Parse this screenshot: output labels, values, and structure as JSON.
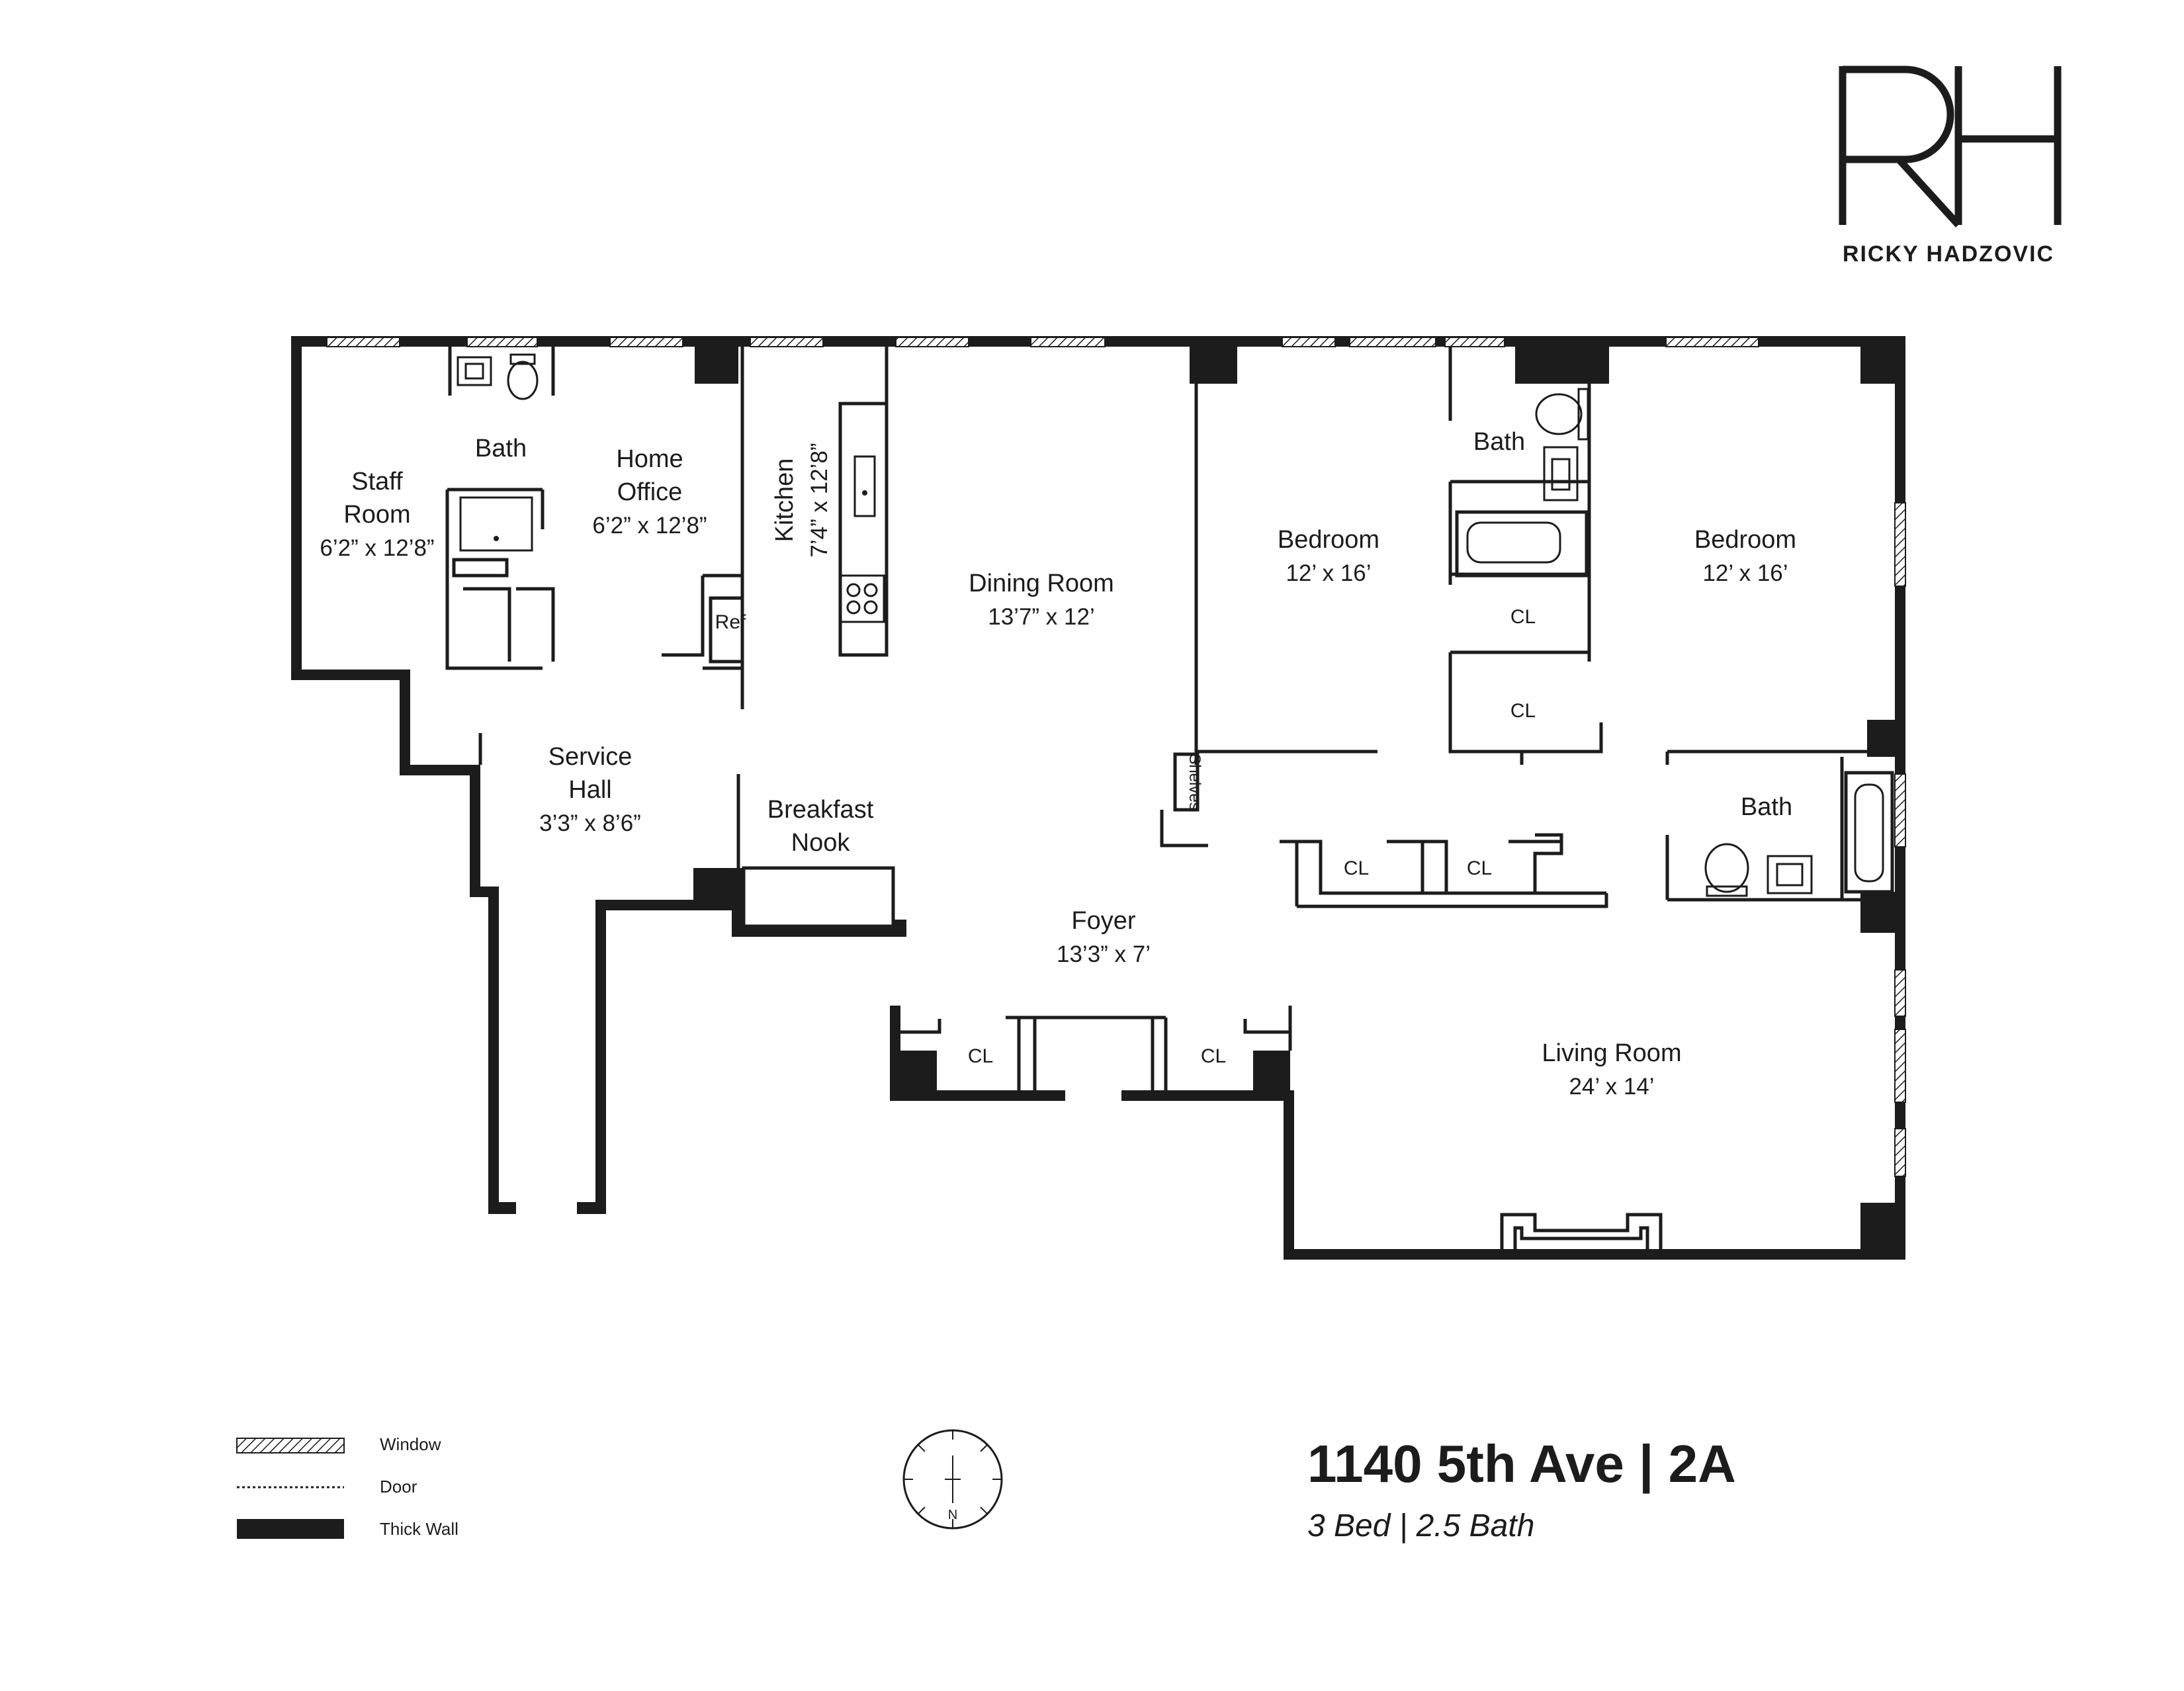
{
  "brand": {
    "logo_letters": "RH",
    "name": "RICKY HADZOVIC"
  },
  "listing": {
    "address": "1140 5th Ave | 2A",
    "summary": "3 Bed | 2.5 Bath"
  },
  "rooms": {
    "staff_room": {
      "name_line1": "Staff",
      "name_line2": "Room",
      "dims": "6’2” x 12’8”"
    },
    "bath_staff": {
      "name": "Bath"
    },
    "home_office": {
      "name_line1": "Home",
      "name_line2": "Office",
      "dims": "6’2” x 12’8”"
    },
    "kitchen": {
      "name": "Kitchen",
      "dims": "7’4” x 12’8”",
      "ref": "Ref"
    },
    "dining_room": {
      "name": "Dining Room",
      "dims": "13’7” x 12’"
    },
    "bedroom_1": {
      "name": "Bedroom",
      "dims": "12’ x 16’"
    },
    "bath_middle": {
      "name": "Bath"
    },
    "bedroom_2": {
      "name": "Bedroom",
      "dims": "12’ x 16’"
    },
    "service_hall": {
      "name_line1": "Service",
      "name_line2": "Hall",
      "dims": "3’3” x 8’6”"
    },
    "breakfast_nook": {
      "name_line1": "Breakfast",
      "name_line2": "Nook"
    },
    "shelves": "Shelves",
    "foyer": {
      "name": "Foyer",
      "dims": "13’3” x 7’"
    },
    "bath_right": {
      "name": "Bath"
    },
    "living_room": {
      "name": "Living Room",
      "dims": "24’ x 14’"
    },
    "closet_label": "CL"
  },
  "legend": {
    "window": "Window",
    "door": "Door",
    "thick_wall": "Thick Wall"
  },
  "compass": {
    "north": "N"
  },
  "colors": {
    "ink": "#1c1c1c",
    "background": "#ffffff"
  }
}
